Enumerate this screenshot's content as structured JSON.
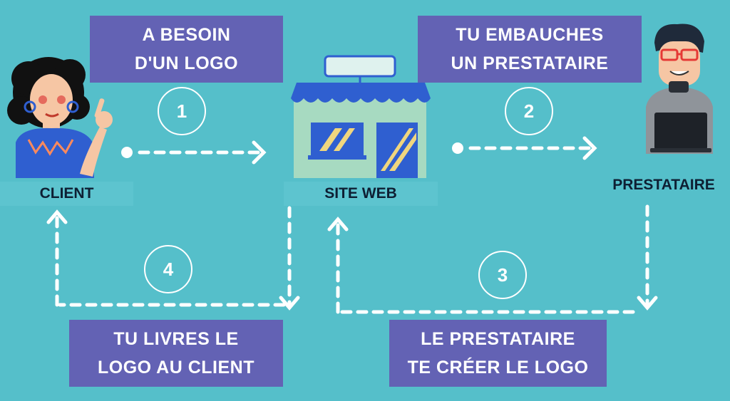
{
  "boxes": {
    "top_left": {
      "line1": "A BESOIN",
      "line2": "D'UN LOGO"
    },
    "top_right": {
      "line1": "TU EMBAUCHES",
      "line2": "UN PRESTATAIRE"
    },
    "bottom_left": {
      "line1": "TU LIVRES LE",
      "line2": "LOGO AU CLIENT"
    },
    "bottom_right": {
      "line1": "LE PRESTATAIRE",
      "line2": "TE CRÉER LE LOGO"
    }
  },
  "nodes": {
    "client": "CLIENT",
    "site_web": "SITE WEB",
    "prestataire": "PRESTATAIRE"
  },
  "steps": [
    "1",
    "2",
    "3",
    "4"
  ],
  "colors": {
    "background": "#55bfca",
    "box": "#6362b4",
    "text_box": "#ffffff",
    "node_label": "#0e1f33",
    "arrow": "#ffffff"
  },
  "icons": {
    "client": "woman-thinking-icon",
    "site_web": "storefront-icon",
    "prestataire": "man-at-laptop-icon"
  }
}
